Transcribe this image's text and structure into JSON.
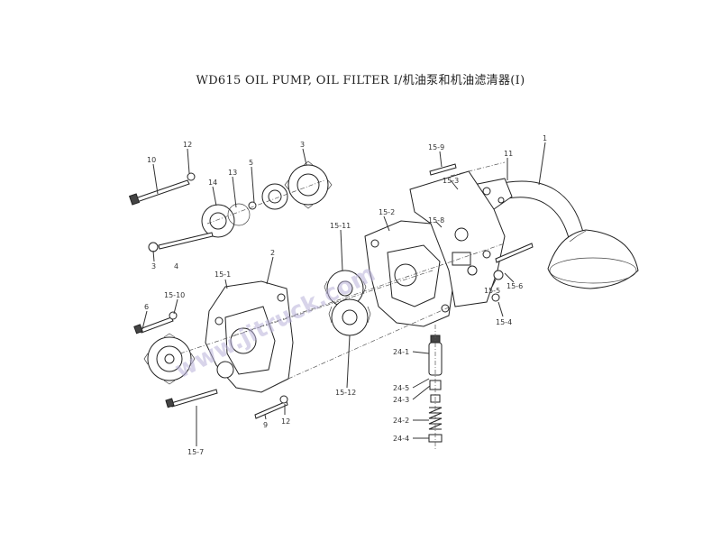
{
  "title": "WD615 OIL PUMP, OIL FILTER Ⅰ/机油泵和机油滤清器(Ⅰ)",
  "watermark": "www.jitruck.com",
  "labels": {
    "l1": "1",
    "l2": "2",
    "l3": "3",
    "l4": "4",
    "l5": "5",
    "l6": "6",
    "l9": "9",
    "l10": "10",
    "l11": "11",
    "l12a": "12",
    "l12b": "12",
    "l13": "13",
    "l14": "14",
    "l15_1": "15-1",
    "l15_2": "15-2",
    "l15_3": "15-3",
    "l15_4": "15-4",
    "l15_5": "15-5",
    "l15_6": "15-6",
    "l15_7": "15-7",
    "l15_8": "15-8",
    "l15_9": "15-9",
    "l15_10": "15-10",
    "l15_11": "15-11",
    "l15_12": "15-12",
    "l24_1": "24-1",
    "l24_2": "24-2",
    "l24_3": "24-3",
    "l24_4": "24-4",
    "l24_5": "24-5"
  }
}
